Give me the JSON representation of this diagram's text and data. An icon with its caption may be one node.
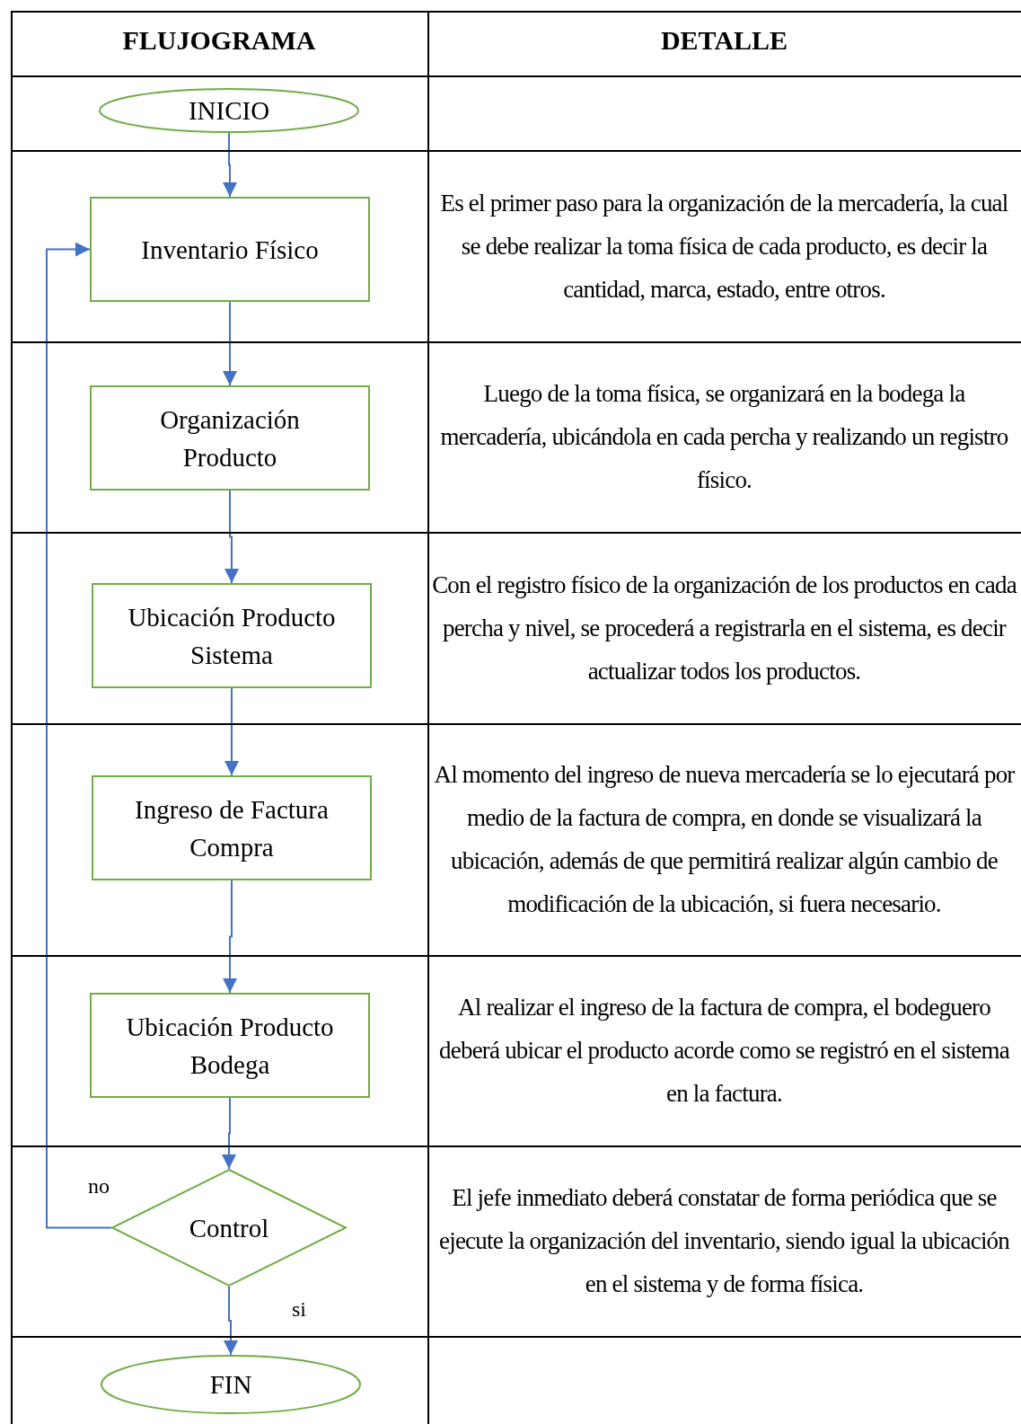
{
  "diagram": {
    "nodes": [
      {
        "text": [
          "INICIO"
        ]
      },
      {
        "text": [
          "Inventario Físico"
        ]
      },
      {
        "text": [
          "Organización Producto"
        ]
      },
      {
        "text": [
          "Ubicación Producto Sistema"
        ]
      },
      {
        "text": [
          "Ingreso de Factura Compra"
        ]
      },
      {
        "text": [
          "Ubicación Producto Bodega"
        ]
      },
      {
        "text": [
          "Control"
        ]
      },
      {
        "text": [
          "FIN"
        ]
      }
    ],
    "edges": [
      {
        "from": 0,
        "to": 1,
        "arrow": "to"
      },
      {
        "from": 1,
        "to": 2,
        "arrow": "to"
      },
      {
        "from": 2,
        "to": 3,
        "arrow": "to"
      },
      {
        "from": 3,
        "to": 4,
        "arrow": "to"
      },
      {
        "from": 4,
        "to": 5,
        "arrow": "to"
      },
      {
        "from": 5,
        "to": 6,
        "arrow": "to"
      },
      {
        "from": 6,
        "to": 1,
        "arrow": "to",
        "label": "no"
      },
      {
        "from": 6,
        "to": 7,
        "arrow": "to",
        "label": "si"
      }
    ],
    "labels": [
      "FLUJOGRAMA",
      "DETALLE",
      "Es el primer paso para la organización de la mercadería, la cual se debe realizar la toma física de cada producto, es decir la cantidad, marca, estado, entre otros.",
      "Luego de la toma física, se organizará en la bodega la mercadería, ubicándola en cada percha y realizando un registro físico.",
      "Con el registro físico de la organización de los productos en cada percha y nivel, se procederá a registrarla en el sistema, es decir actualizar todos los productos.",
      "Al momento del ingreso de nueva mercadería se lo ejecutará por medio de la factura de compra, en donde se visualizará la ubicación, además de que permitirá realizar algún cambio de modificación de la ubicación, si fuera necesario.",
      "Al realizar el ingreso de la factura de compra, el bodeguero deberá ubicar el producto acorde como se registró en el sistema en la factura.",
      "El jefe inmediato deberá constatar de forma periódica que se ejecute la organización del inventario, siendo igual la ubicación en el sistema y de forma física."
    ]
  }
}
